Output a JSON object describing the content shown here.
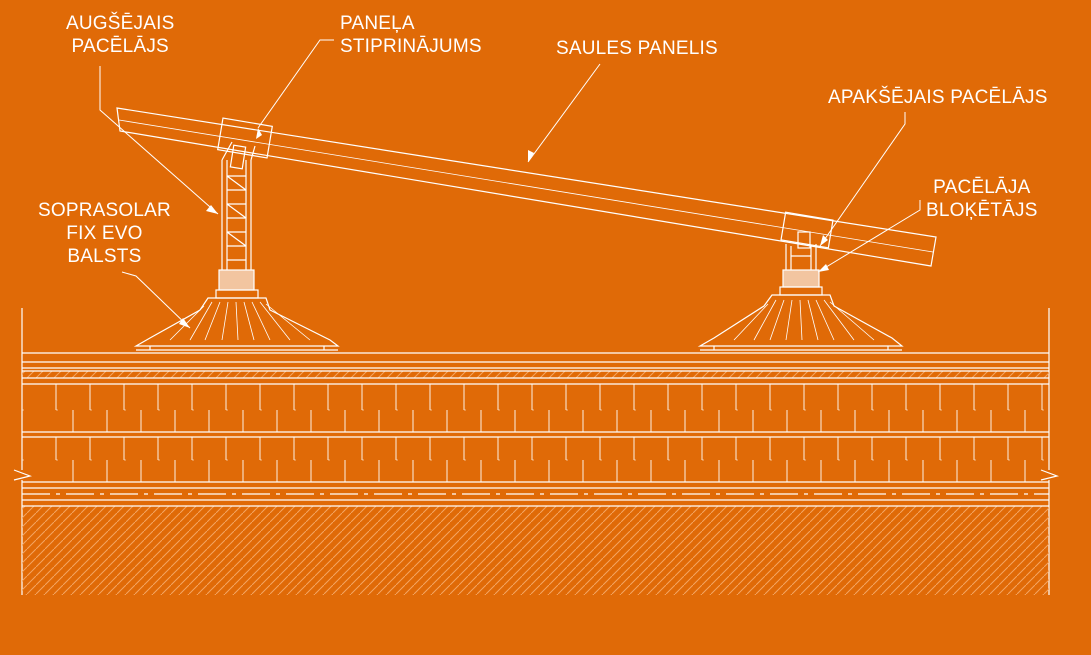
{
  "colors": {
    "background": "#E06A07",
    "linework": "#FFFFFF",
    "hatch": "#F3A562"
  },
  "labels": {
    "upper_riser": [
      "AUGŠĒJAIS",
      "PACĒLĀJS"
    ],
    "panel_mount": [
      "PANEĻA",
      "STIPRINĀJUMS"
    ],
    "solar_panel": "SAULES PANELIS",
    "lower_riser": "APAKŠĒJAIS PACĒLĀJS",
    "riser_lock": [
      "PACĒLĀJA",
      "BLOĶĒTĀJS"
    ],
    "pedestal": [
      "SOPRASOLAR",
      "FIX EVO",
      "BALSTS"
    ]
  }
}
